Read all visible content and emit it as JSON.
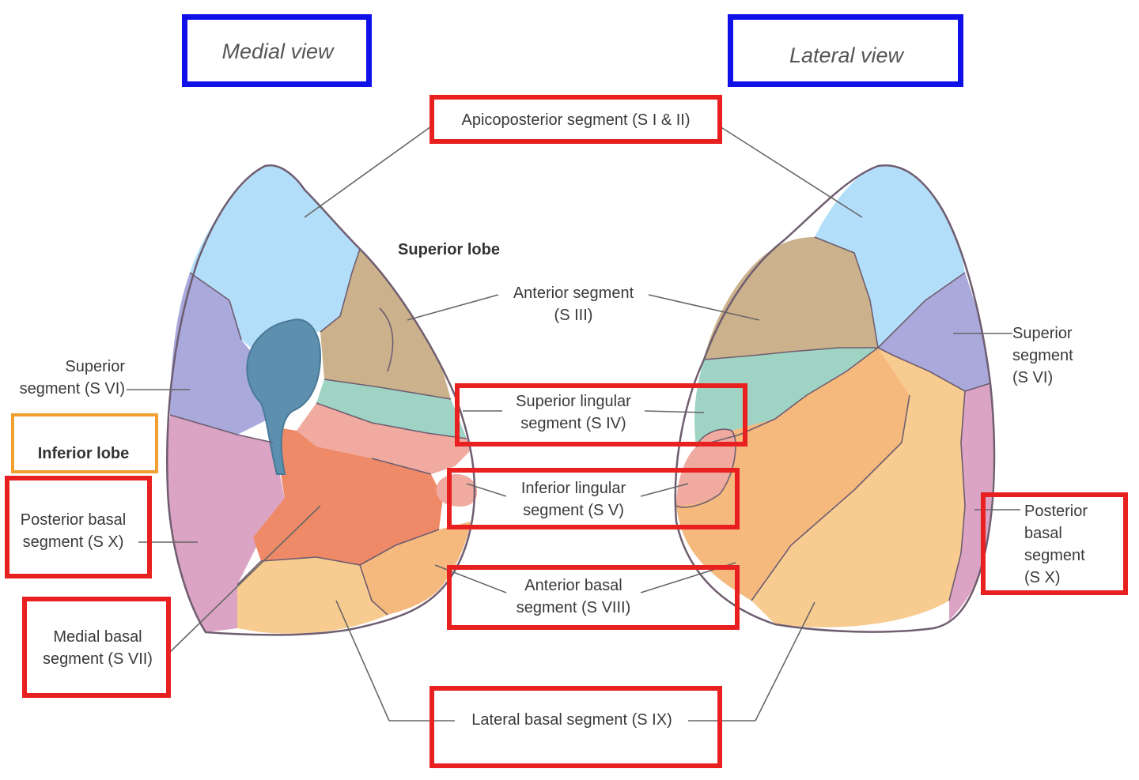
{
  "views": {
    "medial": "Medial view",
    "lateral": "Lateral view"
  },
  "labels": {
    "apicoposterior": "Apicoposterior segment (S I & II)",
    "superior_lobe": "Superior lobe",
    "anterior_segment": "Anterior segment\n(S III)",
    "superior_segment_left": "Superior\nsegment (S VI)",
    "superior_segment_right": "Superior\nsegment\n(S VI)",
    "inferior_lobe": "Inferior lobe",
    "superior_lingular": "Superior lingular\nsegment (S IV)",
    "inferior_lingular": "Inferior lingular\nsegment (S V)",
    "posterior_basal_left": "Posterior basal\nsegment (S X)",
    "posterior_basal_right": "Posterior\nbasal\nsegment\n(S X)",
    "anterior_basal": "Anterior basal\nsegment (S VIII)",
    "medial_basal": "Medial basal\nsegment (S VII)",
    "lateral_basal": "Lateral basal segment (S IX)"
  },
  "colors": {
    "apicoposterior": "#b3defa",
    "anterior": "#cbb28c",
    "superior_seg": "#a9a9dc",
    "sup_lingular": "#9fd4c4",
    "inf_lingular": "#f0aaa0",
    "posterior_basal": "#dca4c4",
    "anterior_basal": "#f5b97e",
    "medial_basal_inner": "#ee8a68",
    "lateral_basal": "#f8cc90",
    "fissure": "#5c8fb0",
    "outline": "#6f5d70",
    "box_red": "#e82020",
    "box_blue": "#1010e8",
    "box_orange": "#f0a030"
  }
}
